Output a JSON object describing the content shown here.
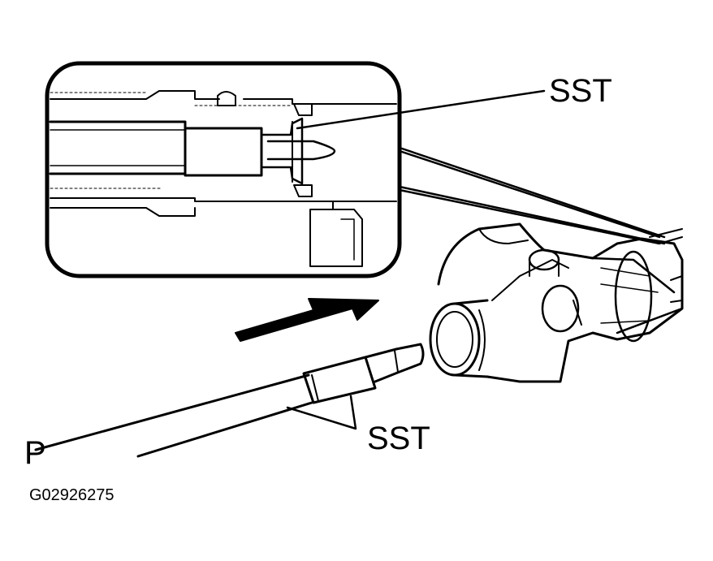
{
  "labels": {
    "sst_top": "SST",
    "sst_bottom": "SST",
    "p": "P",
    "figure_code": "G02926275"
  },
  "colors": {
    "ink": "#000000",
    "paper": "#ffffff"
  }
}
